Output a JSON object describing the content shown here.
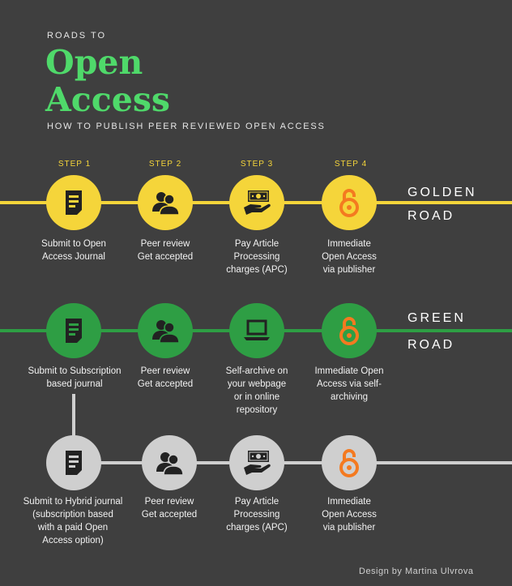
{
  "header": {
    "kicker": "ROADS TO",
    "title_line1": "Open",
    "title_line2": "Access",
    "subtitle": "HOW TO PUBLISH PEER REVIEWED OPEN ACCESS"
  },
  "steps": [
    "STEP 1",
    "STEP 2",
    "STEP 3",
    "STEP 4"
  ],
  "golden": {
    "road_line1": "GOLDEN",
    "road_line2": "ROAD",
    "color": "#f5d53a",
    "labels": [
      [
        "Submit to Open",
        "Access Journal"
      ],
      [
        "Peer review",
        "Get accepted"
      ],
      [
        "Pay Article",
        "Processing",
        "charges (APC)"
      ],
      [
        "Immediate",
        "Open Access",
        "via publisher"
      ]
    ]
  },
  "green": {
    "road_line1": "GREEN",
    "road_line2": "ROAD",
    "color": "#2e9e44",
    "labels": [
      [
        "Submit to Subscription",
        "based journal"
      ],
      [
        "Peer review",
        "Get accepted"
      ],
      [
        "Self-archive on",
        "your webpage",
        "or in online",
        "repository"
      ],
      [
        "Immediate Open",
        "Access via self-",
        "archiving"
      ]
    ]
  },
  "hybrid": {
    "color": "#cfcfcf",
    "labels": [
      [
        "Submit to Hybrid journal",
        "(subscription based",
        "with a paid Open",
        "Access option)"
      ],
      [
        "Peer review",
        "Get accepted"
      ],
      [
        "Pay Article",
        "Processing",
        "charges (APC)"
      ],
      [
        "Immediate",
        "Open Access",
        "via publisher"
      ]
    ]
  },
  "icons": {
    "document": "document-icon",
    "people": "people-icon",
    "payment": "hand-money-icon",
    "laptop": "laptop-icon",
    "open_lock": "open-access-lock-icon"
  },
  "colors": {
    "background": "#3f3f3f",
    "title": "#4fd96a",
    "step": "#f5d53a",
    "open_access_orange": "#f47a20"
  },
  "credit": "Design by Martina Ulvrova"
}
